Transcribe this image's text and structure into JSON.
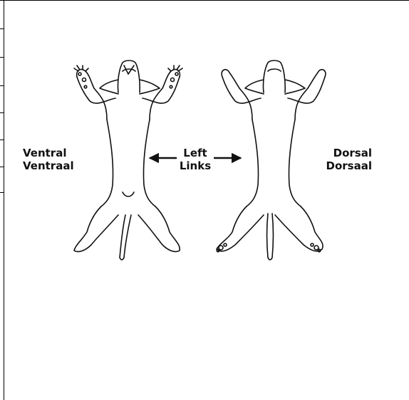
{
  "labels": {
    "ventral_en": "Ventral",
    "ventral_nl": "Ventraal",
    "left_en": "Left",
    "left_nl": "Links",
    "dorsal_en": "Dorsal",
    "dorsal_nl": "Dorsaal"
  },
  "colors": {
    "line": "#111111",
    "background": "#ffffff"
  }
}
